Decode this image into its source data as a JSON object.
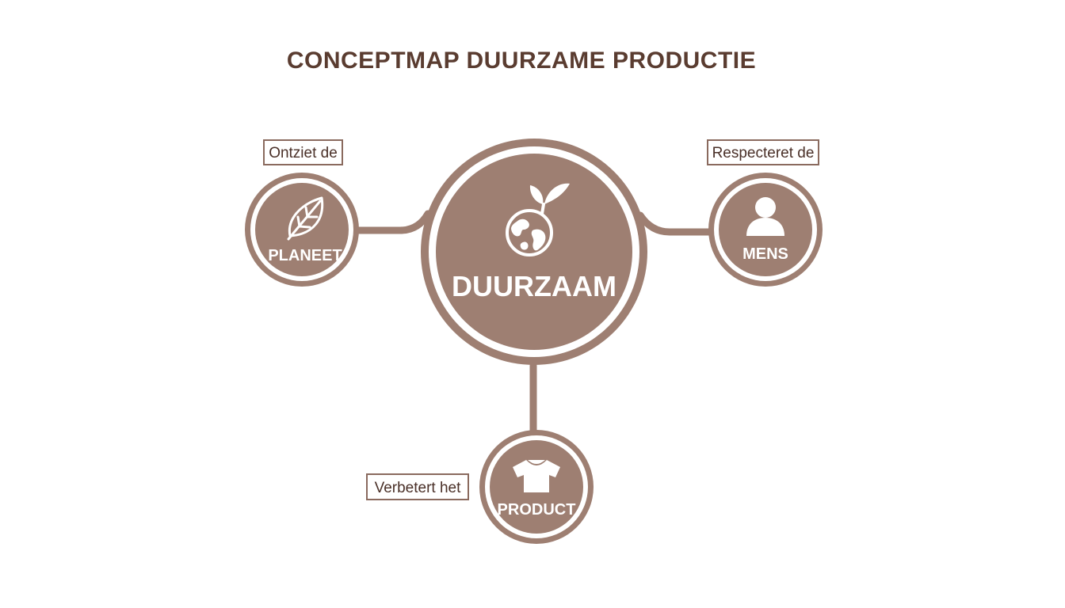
{
  "title": "CONCEPTMAP DUURZAME PRODUCTIE",
  "colors": {
    "node_fill": "#9e7f72",
    "ring": "#9e7f72",
    "connector": "#9e7f72",
    "label_border": "#8a6a5e",
    "title": "#5a3c30"
  },
  "center": {
    "label": "DUURZAAM",
    "icon": "globe-sprout-icon"
  },
  "nodes": {
    "planeet": {
      "label": "PLANEET",
      "icon": "leaf-icon",
      "relation": "Ontziet de"
    },
    "mens": {
      "label": "MENS",
      "icon": "person-icon",
      "relation": "Respecteret de"
    },
    "product": {
      "label": "PRODUCT",
      "icon": "tshirt-icon",
      "relation": "Verbetert het"
    }
  }
}
